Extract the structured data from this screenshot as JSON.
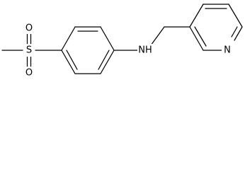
{
  "molecule": {
    "atoms": {
      "sulfur": "S",
      "oxygen_top": "O",
      "oxygen_bottom": "O",
      "amine": "NH",
      "ring_nitrogen": "N"
    },
    "colors": {
      "bond": "#000000",
      "label": "#000000",
      "background": "#ffffff"
    }
  }
}
